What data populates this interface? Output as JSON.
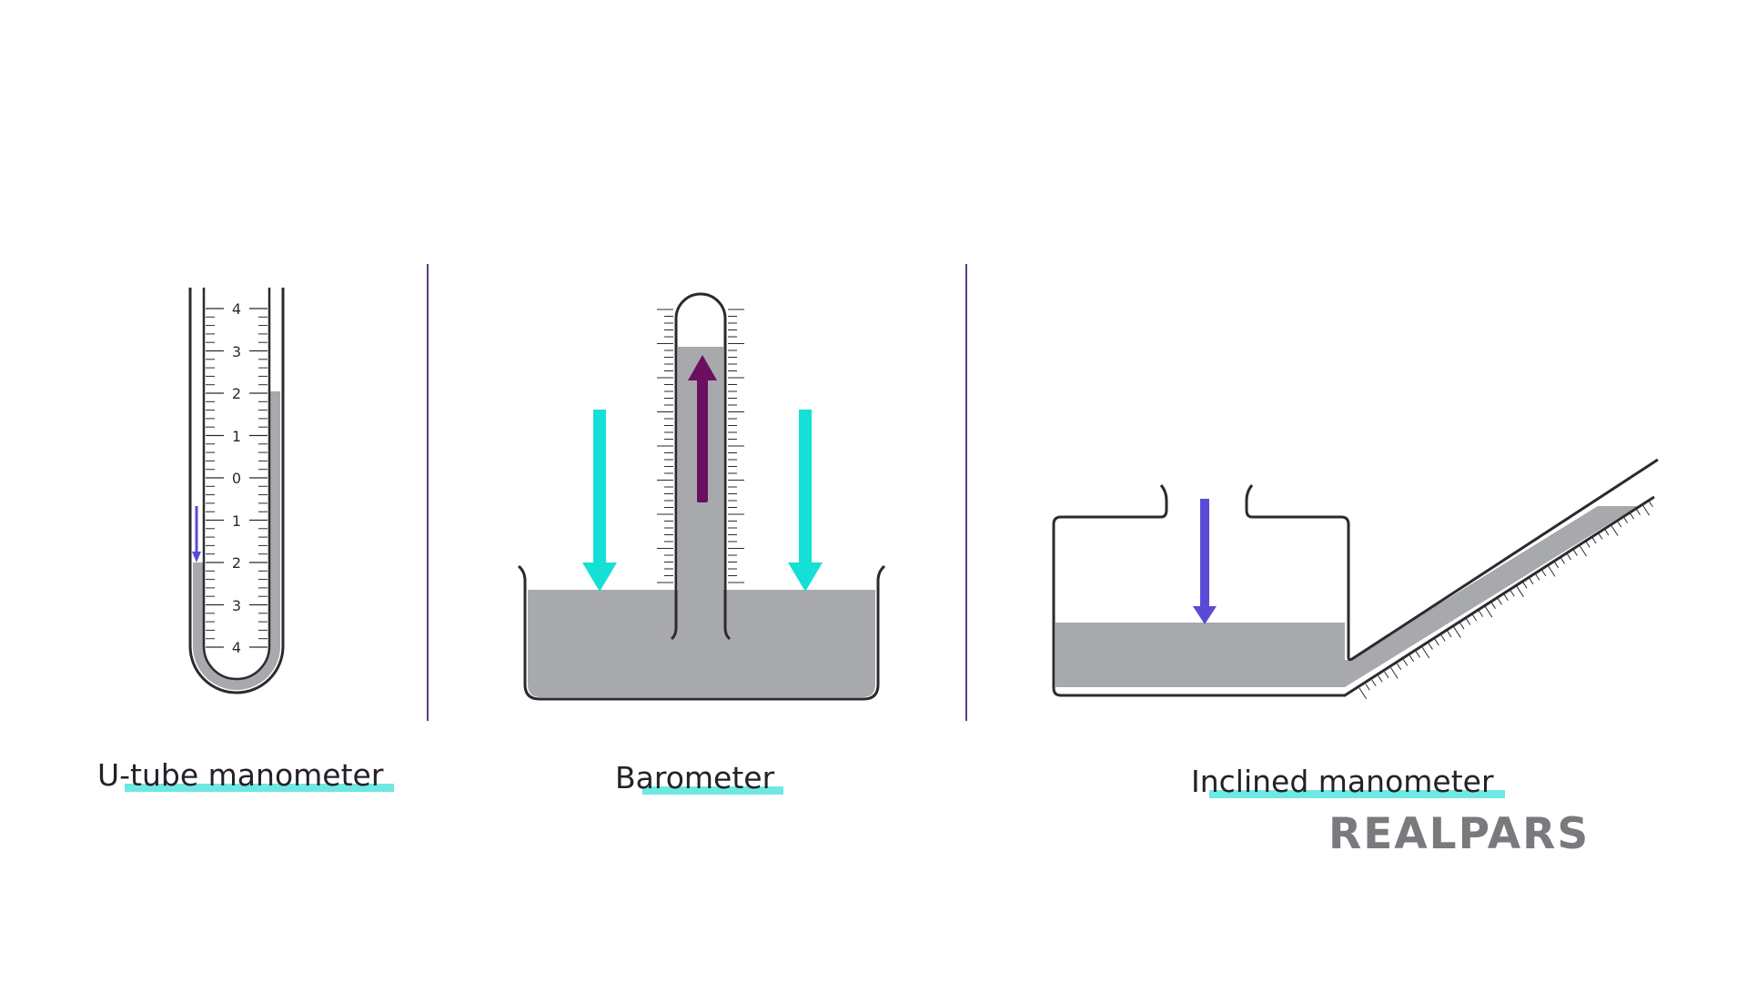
{
  "captions": {
    "utube": "U-tube manometer",
    "barometer": "Barometer",
    "inclined": "Inclined manometer"
  },
  "brand": {
    "name": "REALPARS"
  },
  "utube_scale": {
    "labels": [
      "4",
      "3",
      "2",
      "1",
      "0",
      "1",
      "2",
      "3",
      "4"
    ],
    "left_level": -2,
    "right_level": 2
  },
  "colors": {
    "fluid": "#a8a9ac",
    "outline": "#2b2b2f",
    "cyan_arrow": "#14e0d6",
    "violet_arrow": "#5a4bd6",
    "purple_arrow": "#6b0f5e",
    "divider": "#5b3f7a",
    "underline": "#6ee8e2"
  },
  "icons": [
    "down-arrow-icon",
    "up-arrow-icon"
  ]
}
